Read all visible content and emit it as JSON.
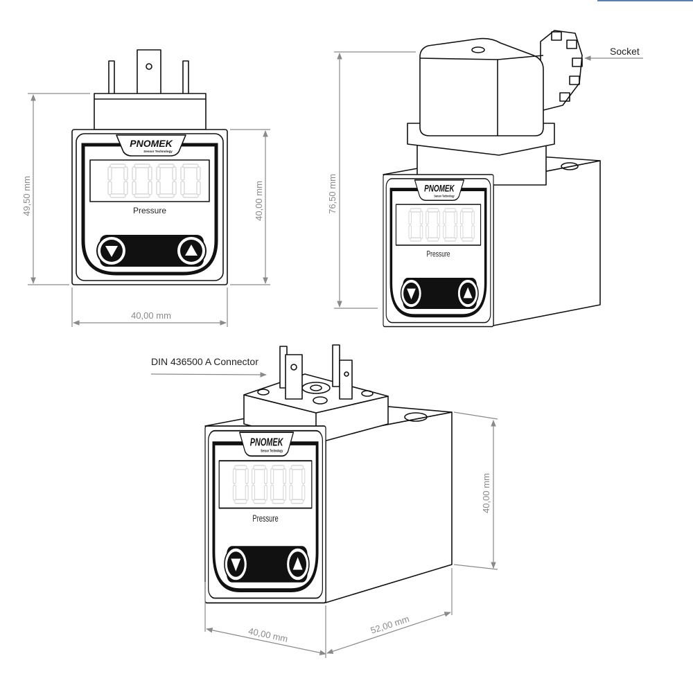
{
  "brand": {
    "name": "PNOMEK",
    "tagline": "Sensor Technology"
  },
  "display": {
    "digits": "0000",
    "label": "Pressure"
  },
  "views": {
    "front": {
      "height_dim": "49,50 mm",
      "body_height_dim": "40,00 mm",
      "width_dim": "40,00 mm"
    },
    "socket_view": {
      "height_dim": "76,50 mm",
      "callout": "Socket"
    },
    "connector_view": {
      "callout": "DIN 436500 A Connector",
      "height_dim": "40,00 mm",
      "width_dim": "40,00 mm",
      "depth_dim": "52,00 mm"
    }
  },
  "colors": {
    "line": "#111111",
    "dimension": "#8a8a8a",
    "accent_bar": "#5b7fb3"
  }
}
